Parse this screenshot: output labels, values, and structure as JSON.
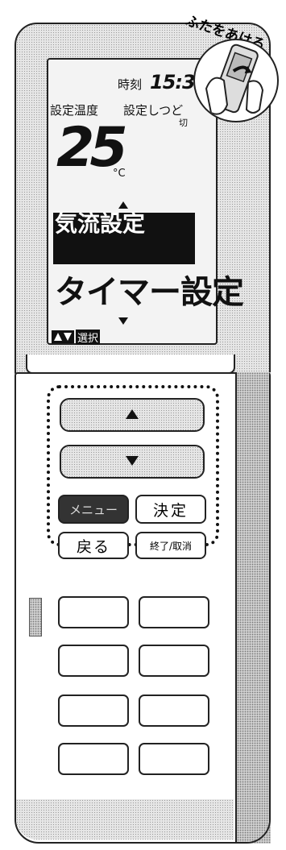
{
  "lid_callout": {
    "text": "ふたをあける"
  },
  "lcd": {
    "clock_label": "時刻",
    "clock_time": "15:30",
    "setpoint_label": "設定温度",
    "humidity_label": "設定しつど",
    "humidity_sub": "切",
    "temperature": "25",
    "temperature_unit": "°C",
    "menu_highlighted": "気流設定",
    "menu_next": "タイマー設定",
    "select_hint": "選択"
  },
  "buttons": {
    "menu": "メニュー",
    "decide": "決定",
    "back": "戻る",
    "end_cancel": "終了/取消"
  },
  "icons": {
    "up": "up-triangle-icon",
    "down": "down-triangle-icon",
    "lid": "hand-opening-lid-icon"
  }
}
